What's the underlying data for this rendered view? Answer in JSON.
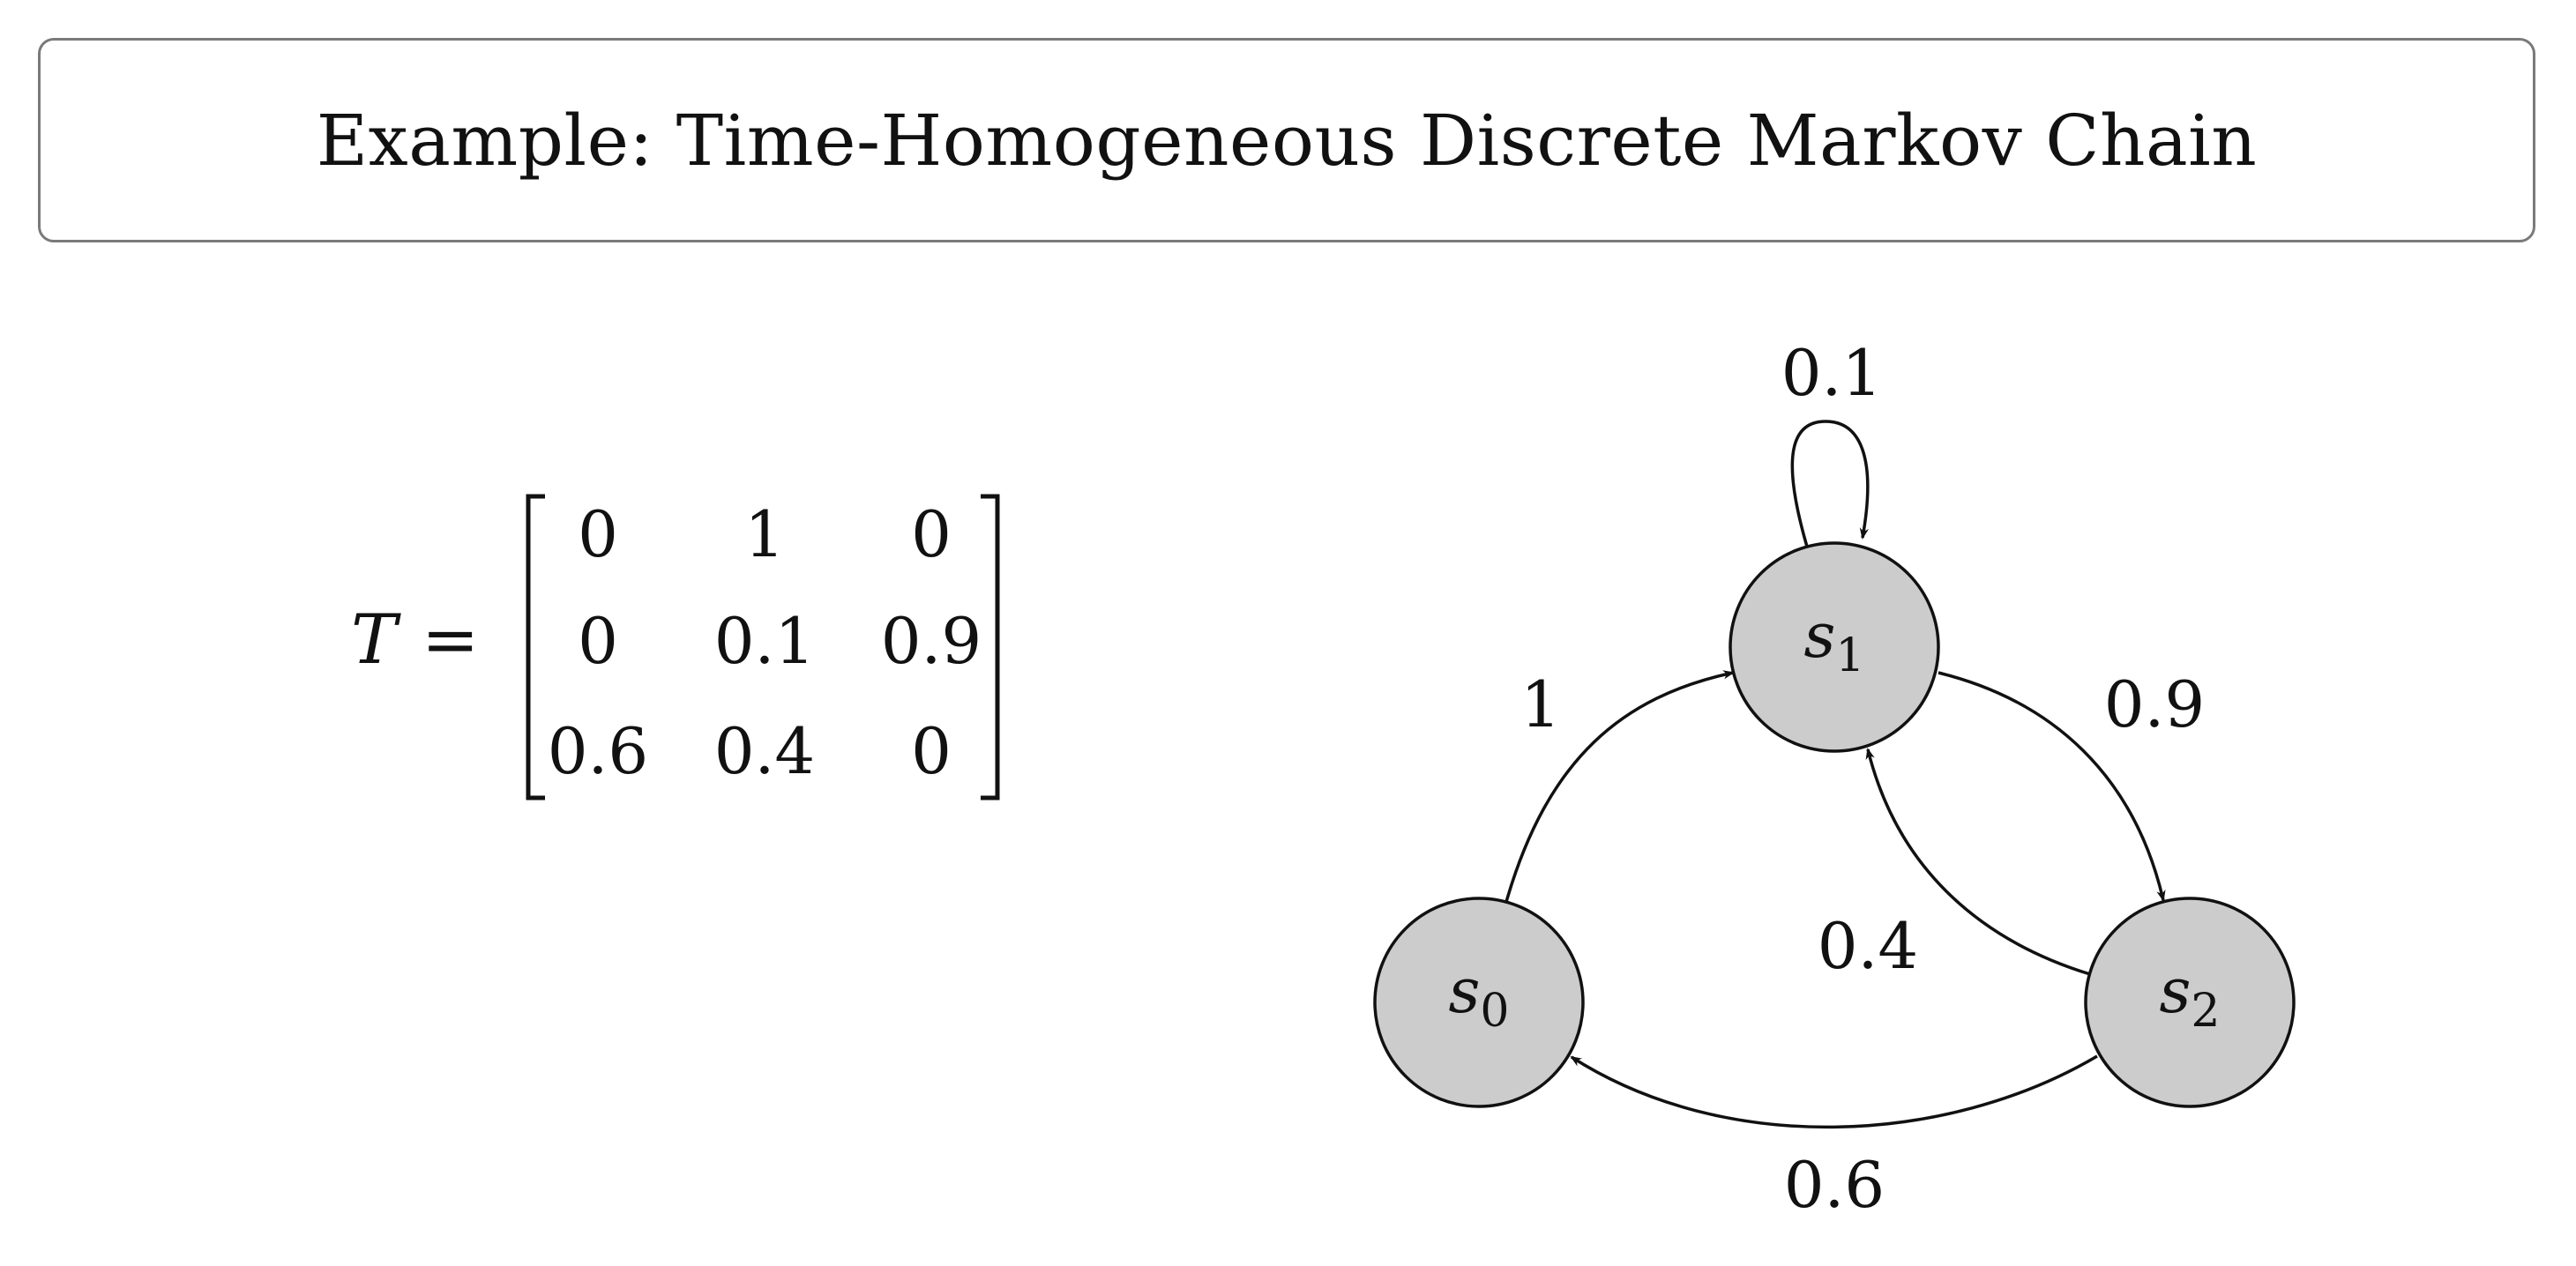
{
  "title": "Example: Time-Homogeneous Discrete Markov Chain",
  "matrix": {
    "symbol": "T",
    "equals": "=",
    "rows": [
      [
        "0",
        "1",
        "0"
      ],
      [
        "0",
        "0.1",
        "0.9"
      ],
      [
        "0.6",
        "0.4",
        "0"
      ]
    ]
  },
  "states": [
    {
      "id": "s0",
      "base": "s",
      "sub": "0"
    },
    {
      "id": "s1",
      "base": "s",
      "sub": "1"
    },
    {
      "id": "s2",
      "base": "s",
      "sub": "2"
    }
  ],
  "edges": [
    {
      "id": "s1-s1",
      "label": "0.1"
    },
    {
      "id": "s0-s1",
      "label": "1"
    },
    {
      "id": "s1-s2",
      "label": "0.9"
    },
    {
      "id": "s2-s1",
      "label": "0.4"
    },
    {
      "id": "s2-s0",
      "label": "0.6"
    }
  ],
  "colors": {
    "node_fill": "#cccccc",
    "stroke": "#111111",
    "title_border": "#7a7a7a"
  }
}
